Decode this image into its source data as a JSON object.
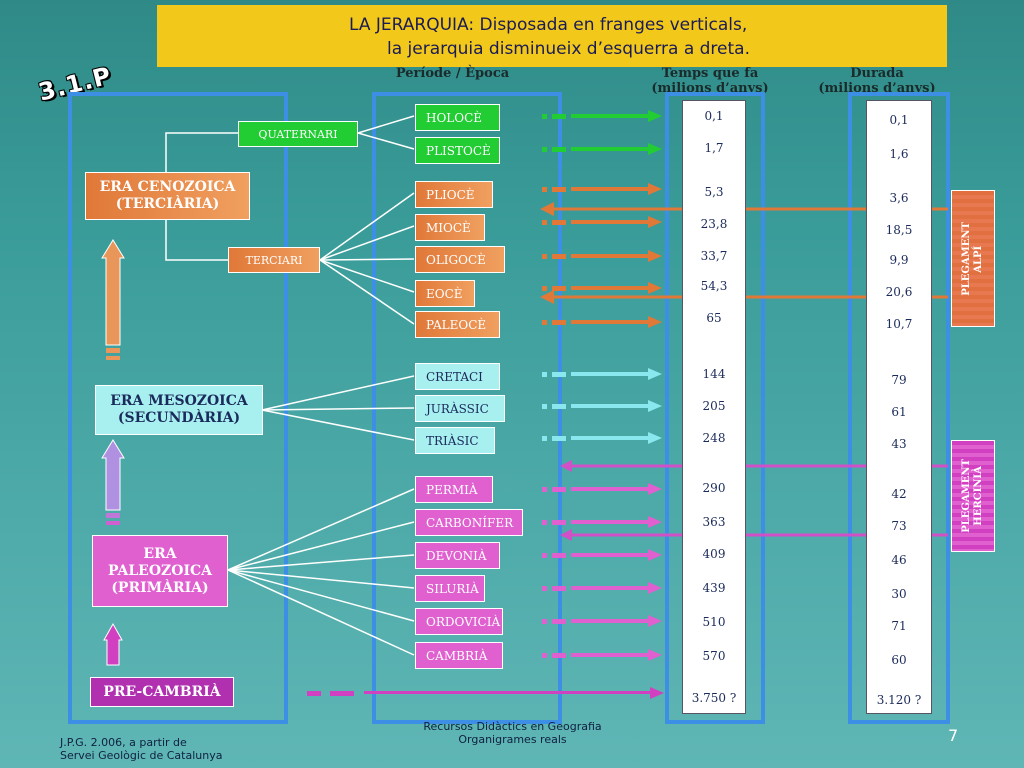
{
  "title": {
    "line1": "LA JERARQUIA: Disposada en franges verticals,",
    "line2": "la jerarquia disminueix d’esquerra a dreta."
  },
  "tag": "3.1.P",
  "headers": {
    "periode": "Període / Època",
    "temps1": "Temps que fa",
    "temps2": "(milions d’anys)",
    "durada1": "Durada",
    "durada2": "(milions d’anys)"
  },
  "eras": {
    "cenozoica": [
      "ERA CENOZOICA",
      "(TERCIÀRIA)"
    ],
    "mesozoica": [
      "ERA MESOZOICA",
      "(SECUNDÀRIA)"
    ],
    "paleozoica": [
      "ERA",
      "PALEOZOICA",
      "(PRIMÀRIA)"
    ],
    "precambria": "PRE-CAMBRIÀ"
  },
  "sub": {
    "quaternari": "QUATERNARI",
    "terciari": "TERCIARI"
  },
  "periods": [
    "HOLOCÈ",
    "PLISTOCÈ",
    "PLIOCÈ",
    "MIOCÈ",
    "OLIGOCÈ",
    "EOCÈ",
    "PALEOCÈ",
    "CRETACI",
    "JURÀSSIC",
    "TRIÀSIC",
    "PERMIÀ",
    "CARBONÍFER",
    "DEVONIÀ",
    "SILURIÀ",
    "ORDOVICIÀ",
    "CAMBRIÀ"
  ],
  "temps": [
    "0,1",
    "1,7",
    "5,3",
    "23,8",
    "33,7",
    "54,3",
    "65",
    "144",
    "205",
    "248",
    "290",
    "363",
    "409",
    "439",
    "510",
    "570",
    "3.750 ?"
  ],
  "durada": [
    "0,1",
    "1,6",
    "3,6",
    "18,5",
    "9,9",
    "20,6",
    "10,7",
    "79",
    "61",
    "43",
    "42",
    "73",
    "46",
    "30",
    "71",
    "60",
    "3.120 ?"
  ],
  "plegaments": {
    "alpi": [
      "PLEGAMENT",
      "ALPÍ"
    ],
    "hercinia": [
      "PLEGAMENT",
      "HERCINIÀ"
    ]
  },
  "footer": {
    "left1": "J.P.G.  2.006, a partir de",
    "left2": "Servei Geològic de Catalunya",
    "center1": "Recursos Didàctics en Geografia",
    "center2": "Organigrames reals",
    "page": "7"
  },
  "colors": {
    "green": "#22cc33",
    "orange": "#e07838",
    "cyan": "#a8f0f0",
    "magenta": "#e060d0",
    "frame": "#3d8fe6",
    "title_bg": "#f2c91a"
  }
}
